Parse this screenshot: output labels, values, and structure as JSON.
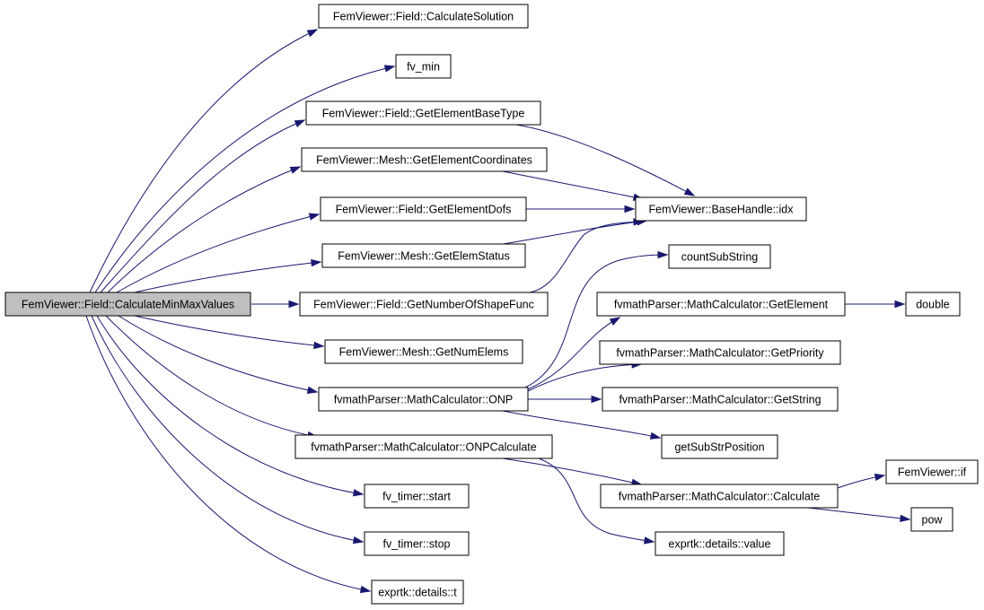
{
  "diagram": {
    "type": "call-graph",
    "colors": {
      "edge": "#191970",
      "root_fill": "#bfbfbf",
      "node_fill": "#ffffff",
      "node_border": "#000000"
    },
    "nodes": [
      {
        "id": "root",
        "label": "FemViewer::Field::CalculateMinMaxValues",
        "highlighted": true
      },
      {
        "id": "calcsol",
        "label": "FemViewer::Field::CalculateSolution"
      },
      {
        "id": "fvmin",
        "label": "fv_min"
      },
      {
        "id": "getebt",
        "label": "FemViewer::Field::GetElementBaseType"
      },
      {
        "id": "getecoord",
        "label": "FemViewer::Mesh::GetElementCoordinates"
      },
      {
        "id": "getedofs",
        "label": "FemViewer::Field::GetElementDofs"
      },
      {
        "id": "getestat",
        "label": "FemViewer::Mesh::GetElemStatus"
      },
      {
        "id": "getnsf",
        "label": "FemViewer::Field::GetNumberOfShapeFunc"
      },
      {
        "id": "getnum",
        "label": "FemViewer::Mesh::GetNumElems"
      },
      {
        "id": "onp",
        "label": "fvmathParser::MathCalculator::ONP"
      },
      {
        "id": "onpcalc",
        "label": "fvmathParser::MathCalculator::ONPCalculate"
      },
      {
        "id": "tstart",
        "label": "fv_timer::start"
      },
      {
        "id": "tstop",
        "label": "fv_timer::stop"
      },
      {
        "id": "ext",
        "label": "exprtk::details::t"
      },
      {
        "id": "idx",
        "label": "FemViewer::BaseHandle::idx"
      },
      {
        "id": "countsub",
        "label": "countSubString"
      },
      {
        "id": "getel",
        "label": "fvmathParser::MathCalculator::GetElement"
      },
      {
        "id": "getprio",
        "label": "fvmathParser::MathCalculator::GetPriority"
      },
      {
        "id": "getstr",
        "label": "fvmathParser::MathCalculator::GetString"
      },
      {
        "id": "getsubpos",
        "label": "getSubStrPosition"
      },
      {
        "id": "calc",
        "label": "fvmathParser::MathCalculator::Calculate"
      },
      {
        "id": "value",
        "label": "exprtk::details::value"
      },
      {
        "id": "double",
        "label": "double"
      },
      {
        "id": "fvif",
        "label": "FemViewer::if"
      },
      {
        "id": "pow",
        "label": "pow"
      }
    ],
    "edges": [
      {
        "from": "root",
        "to": "calcsol"
      },
      {
        "from": "root",
        "to": "fvmin"
      },
      {
        "from": "root",
        "to": "getebt"
      },
      {
        "from": "root",
        "to": "getecoord"
      },
      {
        "from": "root",
        "to": "getedofs"
      },
      {
        "from": "root",
        "to": "getestat"
      },
      {
        "from": "root",
        "to": "getnsf"
      },
      {
        "from": "root",
        "to": "getnum"
      },
      {
        "from": "root",
        "to": "onp"
      },
      {
        "from": "root",
        "to": "onpcalc"
      },
      {
        "from": "root",
        "to": "tstart"
      },
      {
        "from": "root",
        "to": "tstop"
      },
      {
        "from": "root",
        "to": "ext"
      },
      {
        "from": "getebt",
        "to": "idx"
      },
      {
        "from": "getecoord",
        "to": "idx"
      },
      {
        "from": "getedofs",
        "to": "idx"
      },
      {
        "from": "getestat",
        "to": "idx"
      },
      {
        "from": "getnsf",
        "to": "idx"
      },
      {
        "from": "onp",
        "to": "countsub"
      },
      {
        "from": "onp",
        "to": "getel"
      },
      {
        "from": "onp",
        "to": "getprio"
      },
      {
        "from": "onp",
        "to": "getstr"
      },
      {
        "from": "onp",
        "to": "getsubpos"
      },
      {
        "from": "onpcalc",
        "to": "calc"
      },
      {
        "from": "onpcalc",
        "to": "value"
      },
      {
        "from": "getel",
        "to": "double"
      },
      {
        "from": "calc",
        "to": "fvif"
      },
      {
        "from": "calc",
        "to": "pow"
      }
    ]
  }
}
